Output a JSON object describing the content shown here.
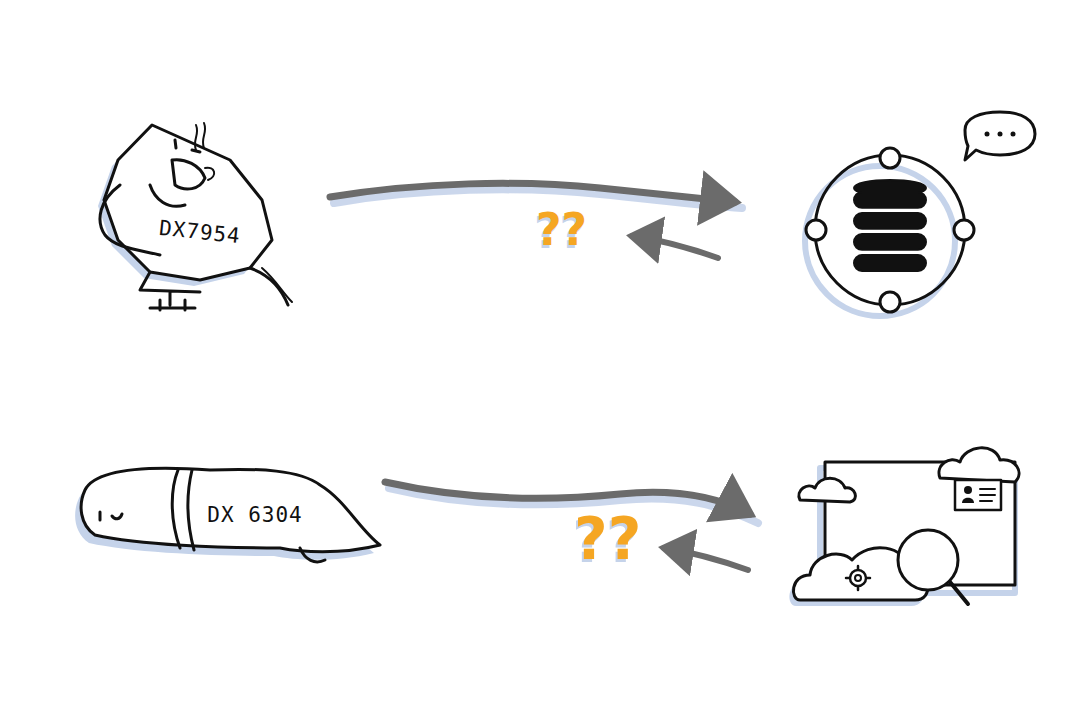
{
  "diagram": {
    "nodes": [
      {
        "text": [
          "DX7954"
        ]
      },
      {
        "text": [
          "DX 6304"
        ]
      }
    ],
    "labels": [
      "??",
      "??"
    ]
  }
}
